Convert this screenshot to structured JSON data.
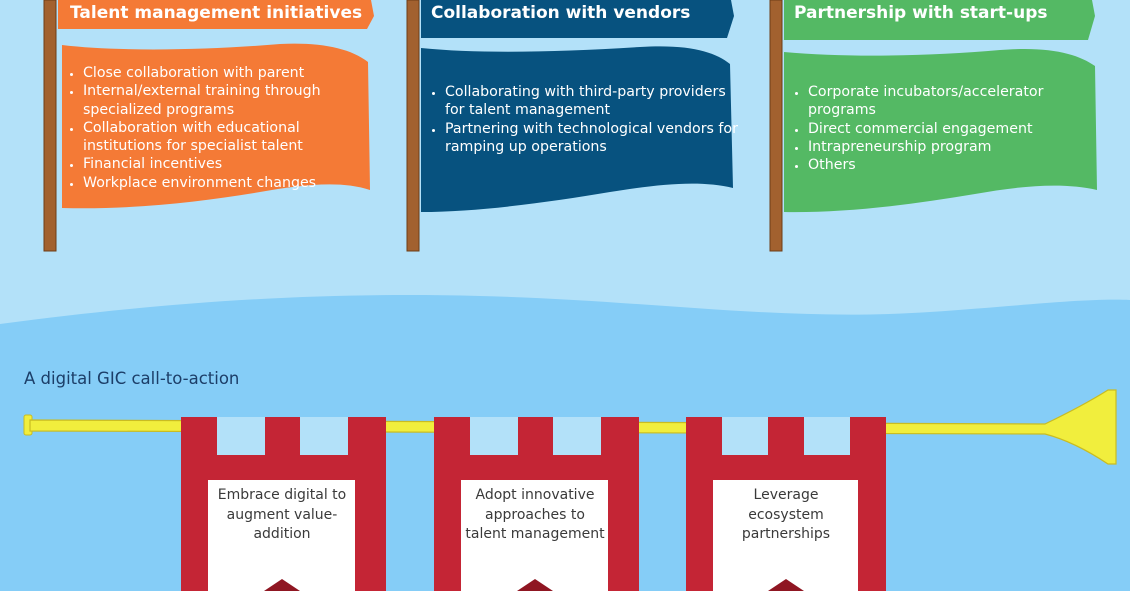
{
  "flags": [
    {
      "title": "Talent management initiatives",
      "color": "#f47a36",
      "items": [
        "Close collaboration with parent",
        "Internal/external training through specialized programs",
        "Collaboration with educational institutions for specialist talent",
        "Financial incentives",
        "Workplace environment changes"
      ]
    },
    {
      "title": "Collaboration with vendors",
      "color": "#07527f",
      "items": [
        "Collaborating with third-party providers for talent management",
        "Partnering with technological vendors for ramping up operations"
      ]
    },
    {
      "title": "Partnership with start-ups",
      "color": "#54b964",
      "items": [
        "Corporate incubators/accelerator programs",
        "Direct commercial engagement",
        "Intrapreneurship program",
        "Others"
      ]
    }
  ],
  "call_to_action": {
    "title": "A digital GIC call-to-action",
    "banners": [
      {
        "text": "Embrace digital to augment value-addition"
      },
      {
        "text": "Adopt innovative approaches to talent management"
      },
      {
        "text": "Leverage ecosystem partnerships"
      }
    ]
  },
  "colors": {
    "sky_top": "#b3e1f9",
    "sky_bottom": "#85cdf7",
    "pole": "#a2612f",
    "trumpet": "#f1ee3d",
    "banner": "#c42535",
    "banner_dark": "#8f1622",
    "card_bg": "#ffffff"
  }
}
